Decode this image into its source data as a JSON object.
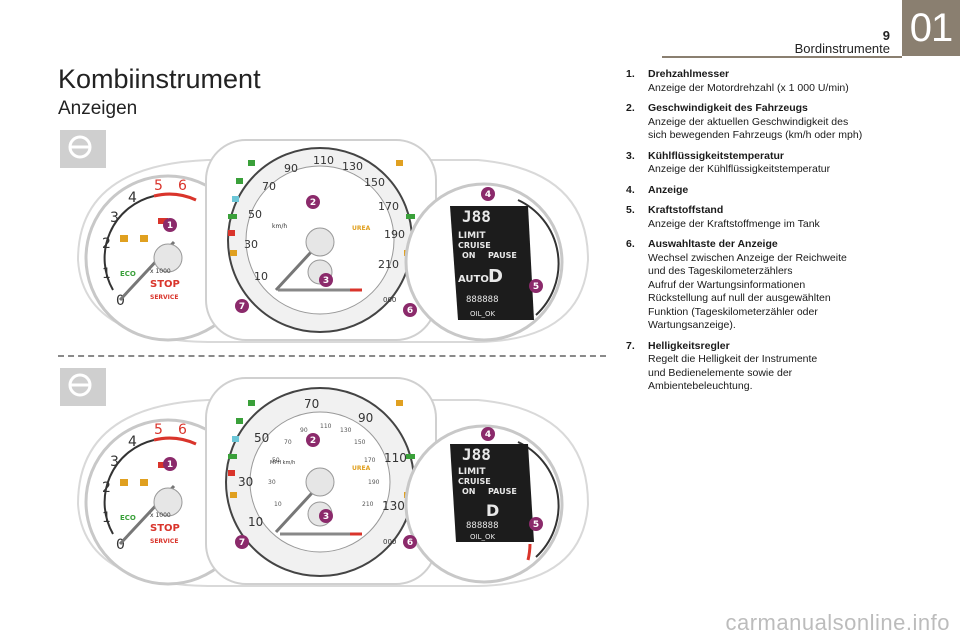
{
  "header": {
    "page_number": "9",
    "section_title": "Bordinstrumente",
    "chapter": "01"
  },
  "title": "Kombiinstrument",
  "subtitle": "Anzeigen",
  "list": [
    {
      "num": "1.",
      "title": "Drehzahlmesser",
      "desc": "Anzeige der Motordrehzahl (x 1 000 U/min)"
    },
    {
      "num": "2.",
      "title": "Geschwindigkeit des Fahrzeugs",
      "desc": "Anzeige der aktuellen Geschwindigkeit des\nsich bewegenden Fahrzeugs (km/h oder mph)"
    },
    {
      "num": "3.",
      "title": "Kühlflüssigkeitstemperatur",
      "desc": "Anzeige der Kühlflüssigkeitstemperatur"
    },
    {
      "num": "4.",
      "title": "Anzeige",
      "desc": ""
    },
    {
      "num": "5.",
      "title": "Kraftstoffstand",
      "desc": "Anzeige der Kraftstoffmenge im Tank"
    },
    {
      "num": "6.",
      "title": "Auswahltaste der Anzeige",
      "desc": "Wechsel zwischen Anzeige der Reichweite\nund des Tageskilometerzählers\nAufruf der Wartungsinformationen\nRückstellung auf null der ausgewählten\nFunktion (Tageskilometerzähler oder\nWartungsanzeige)."
    },
    {
      "num": "7.",
      "title": "Helligkeitsregler",
      "desc": "Regelt die Helligkeit der Instrumente\nund Bedienelemente sowie der\nAmbientebeleuchtung."
    }
  ],
  "figure_top": {
    "tach_ticks": [
      "0",
      "1",
      "2",
      "3",
      "4",
      "5",
      "6"
    ],
    "tach_unit": "x 1000",
    "stop_label": "STOP",
    "service_label": "SERVICE",
    "eco_label": "ECO",
    "speed_ticks": [
      "10",
      "30",
      "50",
      "70",
      "90",
      "110",
      "130",
      "150",
      "170",
      "190",
      "210"
    ],
    "speed_unit": "km/h",
    "urea_label": "UREA",
    "display_limit": "LIMIT",
    "display_cruise": "CRUISE",
    "display_on": "ON",
    "display_pause": "PAUSE",
    "display_auto": "AUTO",
    "display_gear": "D",
    "display_digits": "888888",
    "display_oil": "OIL_OK",
    "button_label": "000",
    "callouts": [
      "1",
      "2",
      "3",
      "4",
      "5",
      "6",
      "7"
    ]
  },
  "figure_bottom": {
    "tach_ticks": [
      "0",
      "1",
      "2",
      "3",
      "4",
      "5",
      "6"
    ],
    "tach_unit": "x 1000",
    "stop_label": "STOP",
    "service_label": "SERVICE",
    "eco_label": "ECO",
    "speed_outer_ticks": [
      "10",
      "30",
      "50",
      "70",
      "90",
      "110",
      "130"
    ],
    "speed_inner_ticks": [
      "10",
      "30",
      "50",
      "70",
      "90",
      "110",
      "130",
      "150",
      "170",
      "190",
      "210"
    ],
    "speed_unit": "MPH km/h",
    "urea_label": "UREA",
    "display_limit": "LIMIT",
    "display_cruise": "CRUISE",
    "display_on": "ON",
    "display_pause": "PAUSE",
    "display_gear": "D",
    "display_digits": "888888",
    "display_oil": "OIL_OK",
    "button_label": "000",
    "callouts": [
      "1",
      "2",
      "3",
      "4",
      "5",
      "6",
      "7"
    ]
  },
  "watermark": "carmanualsonline.info",
  "colors": {
    "accent": "#8a7f70",
    "callout": "#8b2a6b",
    "warning_red": "#d9342b",
    "amber": "#e0a020",
    "green": "#3aa03a",
    "cyan": "#6cc7d8"
  }
}
